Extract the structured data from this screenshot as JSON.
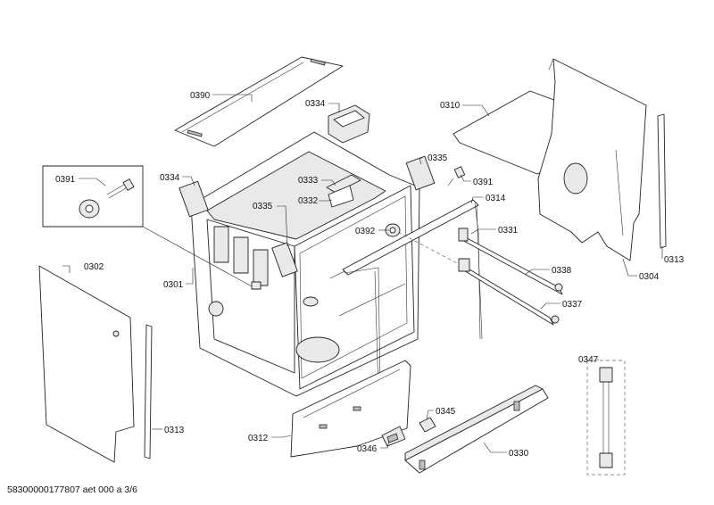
{
  "footer": {
    "document_id": "58300000177807 aet 000 a 3/6"
  },
  "labels": {
    "p0390": "0390",
    "p0334a": "0334",
    "p0310": "0310",
    "p0391a": "0391",
    "p0334b": "0334",
    "p0333": "0333",
    "p0332": "0332",
    "p0335a": "0335",
    "p0391b": "0391",
    "p0335b": "0335",
    "p0314": "0314",
    "p0392": "0392",
    "p0331": "0331",
    "p0302": "0302",
    "p0301": "0301",
    "p0338": "0338",
    "p0304": "0304",
    "p0313a": "0313",
    "p0337": "0337",
    "p0347": "0347",
    "p0345": "0345",
    "p0313b": "0313",
    "p0312": "0312",
    "p0346": "0346",
    "p0330": "0330"
  }
}
